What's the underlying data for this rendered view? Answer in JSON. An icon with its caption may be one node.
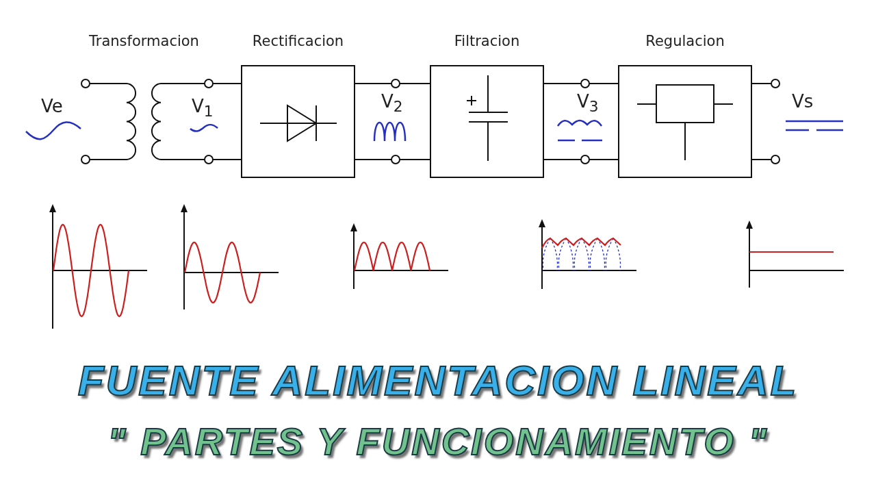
{
  "diagram": {
    "title": "FUENTE ALIMENTACION LINEAL",
    "caption": "\" PARTES Y FUNCIONAMIENTO \"",
    "nodes": [
      {
        "text": [
          "Transformacion"
        ]
      },
      {
        "text": [
          "Rectificacion"
        ]
      },
      {
        "text": [
          "Filtracion"
        ]
      },
      {
        "text": [
          "Regulacion"
        ]
      }
    ],
    "edges": [
      {
        "from": 0,
        "to": 1,
        "arrow": "none"
      },
      {
        "from": 0,
        "to": 1,
        "arrow": "none"
      },
      {
        "from": 1,
        "to": 2,
        "arrow": "none"
      },
      {
        "from": 1,
        "to": 2,
        "arrow": "none"
      },
      {
        "from": 2,
        "to": 3,
        "arrow": "none"
      },
      {
        "from": 2,
        "to": 3,
        "arrow": "none"
      }
    ],
    "labels": [
      "Ve",
      "V$_{1}$",
      "V$_{2}$",
      "V$_{3}$",
      "Vs"
    ]
  }
}
